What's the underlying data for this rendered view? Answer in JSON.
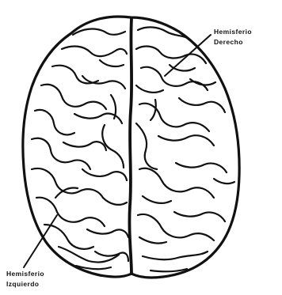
{
  "labels": {
    "right": {
      "line1": "Hemisferio",
      "line2": "Derecho"
    },
    "left": {
      "line1": "Hemisferio",
      "line2": "Izquierdo"
    }
  },
  "colors": {
    "stroke": "#111111",
    "fill": "#ffffff"
  }
}
